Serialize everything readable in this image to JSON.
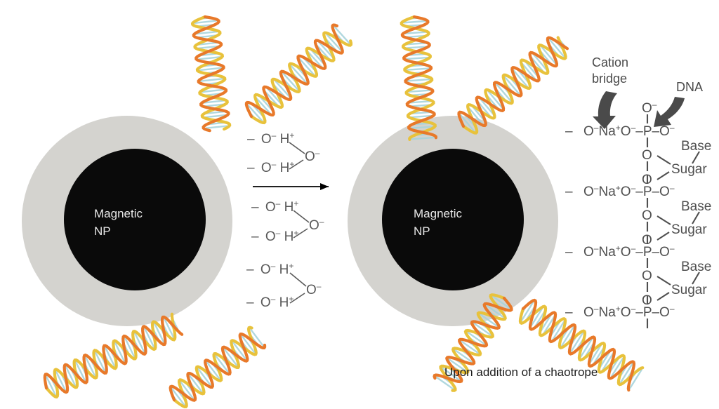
{
  "figure": {
    "title": "Magnetic nanoparticle DNA binding via cation bridge",
    "background_color": "#ffffff"
  },
  "colors": {
    "shell": "#d4d3cf",
    "core": "#0a0a0a",
    "core_label": "#e8e8e8",
    "chem_text": "#595959",
    "dna_chem_text": "#4f4f4f",
    "annotation": "#4a4a4a",
    "caption": "#1c1c1c",
    "helix_orange": "#e8792a",
    "helix_yellow": "#e8c23c",
    "helix_rung": "#a8d4dc",
    "arrow": "#000000"
  },
  "nanoparticles": [
    {
      "id": "left",
      "label_line1": "Magnetic",
      "label_line2": "NP"
    },
    {
      "id": "right",
      "label_line1": "Magnetic",
      "label_line2": "NP"
    }
  ],
  "hydroxyl_groups": {
    "label": "surface hydroxyl groups",
    "pairs": [
      {
        "top": "– O⁻H⁺",
        "bottom": "– O⁻H⁺",
        "linked": "O⁻"
      },
      {
        "top": "– O⁻H⁺",
        "bottom": "– O⁻H⁺",
        "linked": "O⁻"
      },
      {
        "top": "– O⁻H⁺",
        "bottom": "– O⁻H⁺",
        "linked": "O⁻"
      }
    ],
    "atom_o": "O",
    "atom_o_charge": "–",
    "atom_h": "H",
    "atom_h_charge": "+",
    "dash": "–"
  },
  "transition_arrow": {
    "label": "reaction arrow",
    "direction": "right"
  },
  "caption": {
    "text": "Upon addition of a chaotrope"
  },
  "annotations": [
    {
      "id": "cation-bridge",
      "line1": "Cation",
      "line2": "bridge"
    },
    {
      "id": "dna",
      "line1": "DNA"
    }
  ],
  "dna_backbone": {
    "label": "DNA phosphate backbone with sodium cation bridges",
    "repeat_units": [
      {
        "left_dash": "–",
        "chain": "O⁻Na⁺O⁻–P–O⁻",
        "top_o": "O⁻",
        "base": "Base",
        "sugar": "Sugar"
      },
      {
        "left_dash": "–",
        "chain": "O⁻Na⁺O⁻–P–O⁻",
        "top_o": "",
        "base": "Base",
        "sugar": "Sugar"
      },
      {
        "left_dash": "–",
        "chain": "O⁻Na⁺O⁻–P–O⁻",
        "top_o": "",
        "base": "Base",
        "sugar": "Sugar"
      },
      {
        "left_dash": "–",
        "chain": "O⁻Na⁺O⁻–P–O⁻",
        "top_o": "",
        "base": "",
        "sugar": ""
      }
    ],
    "atoms": {
      "o": "O",
      "na": "Na",
      "p": "P",
      "minus": "–",
      "plus": "+",
      "base": "Base",
      "sugar": "Sugar"
    }
  },
  "dna_strands": [
    {
      "id": "left-top-vertical",
      "orientation": "vertical"
    },
    {
      "id": "left-top-diagonal",
      "orientation": "diagonal"
    },
    {
      "id": "left-bottom-diagonal-1",
      "orientation": "diagonal"
    },
    {
      "id": "left-bottom-diagonal-2",
      "orientation": "diagonal"
    },
    {
      "id": "right-top-vertical",
      "orientation": "vertical"
    },
    {
      "id": "right-top-diagonal",
      "orientation": "diagonal"
    },
    {
      "id": "right-bottom-diagonal-1",
      "orientation": "diagonal"
    },
    {
      "id": "right-bottom-diagonal-2",
      "orientation": "diagonal"
    }
  ]
}
